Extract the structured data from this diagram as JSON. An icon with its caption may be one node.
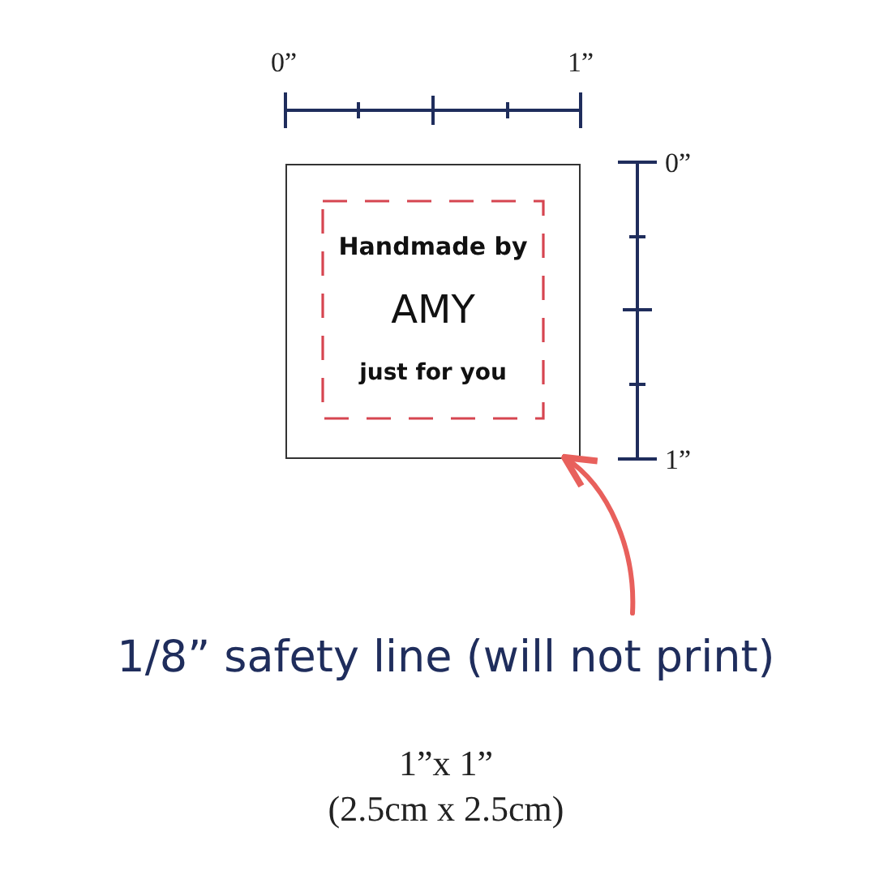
{
  "diagram": {
    "nodes": [
      {
        "text": [],
        "shape": "box"
      },
      {
        "text": [
          "Handmade by",
          "AMY",
          "just for you"
        ],
        "in": 0
      },
      {
        "text": [
          "1/8” safety line (will not print)"
        ]
      }
    ],
    "edges": [
      {
        "from": 2,
        "to": 0,
        "arrow": "to"
      }
    ],
    "labels": [
      "0”",
      "1”",
      "0”",
      "1”",
      "1”x 1”",
      "(2.5cm x 2.5cm)"
    ]
  }
}
